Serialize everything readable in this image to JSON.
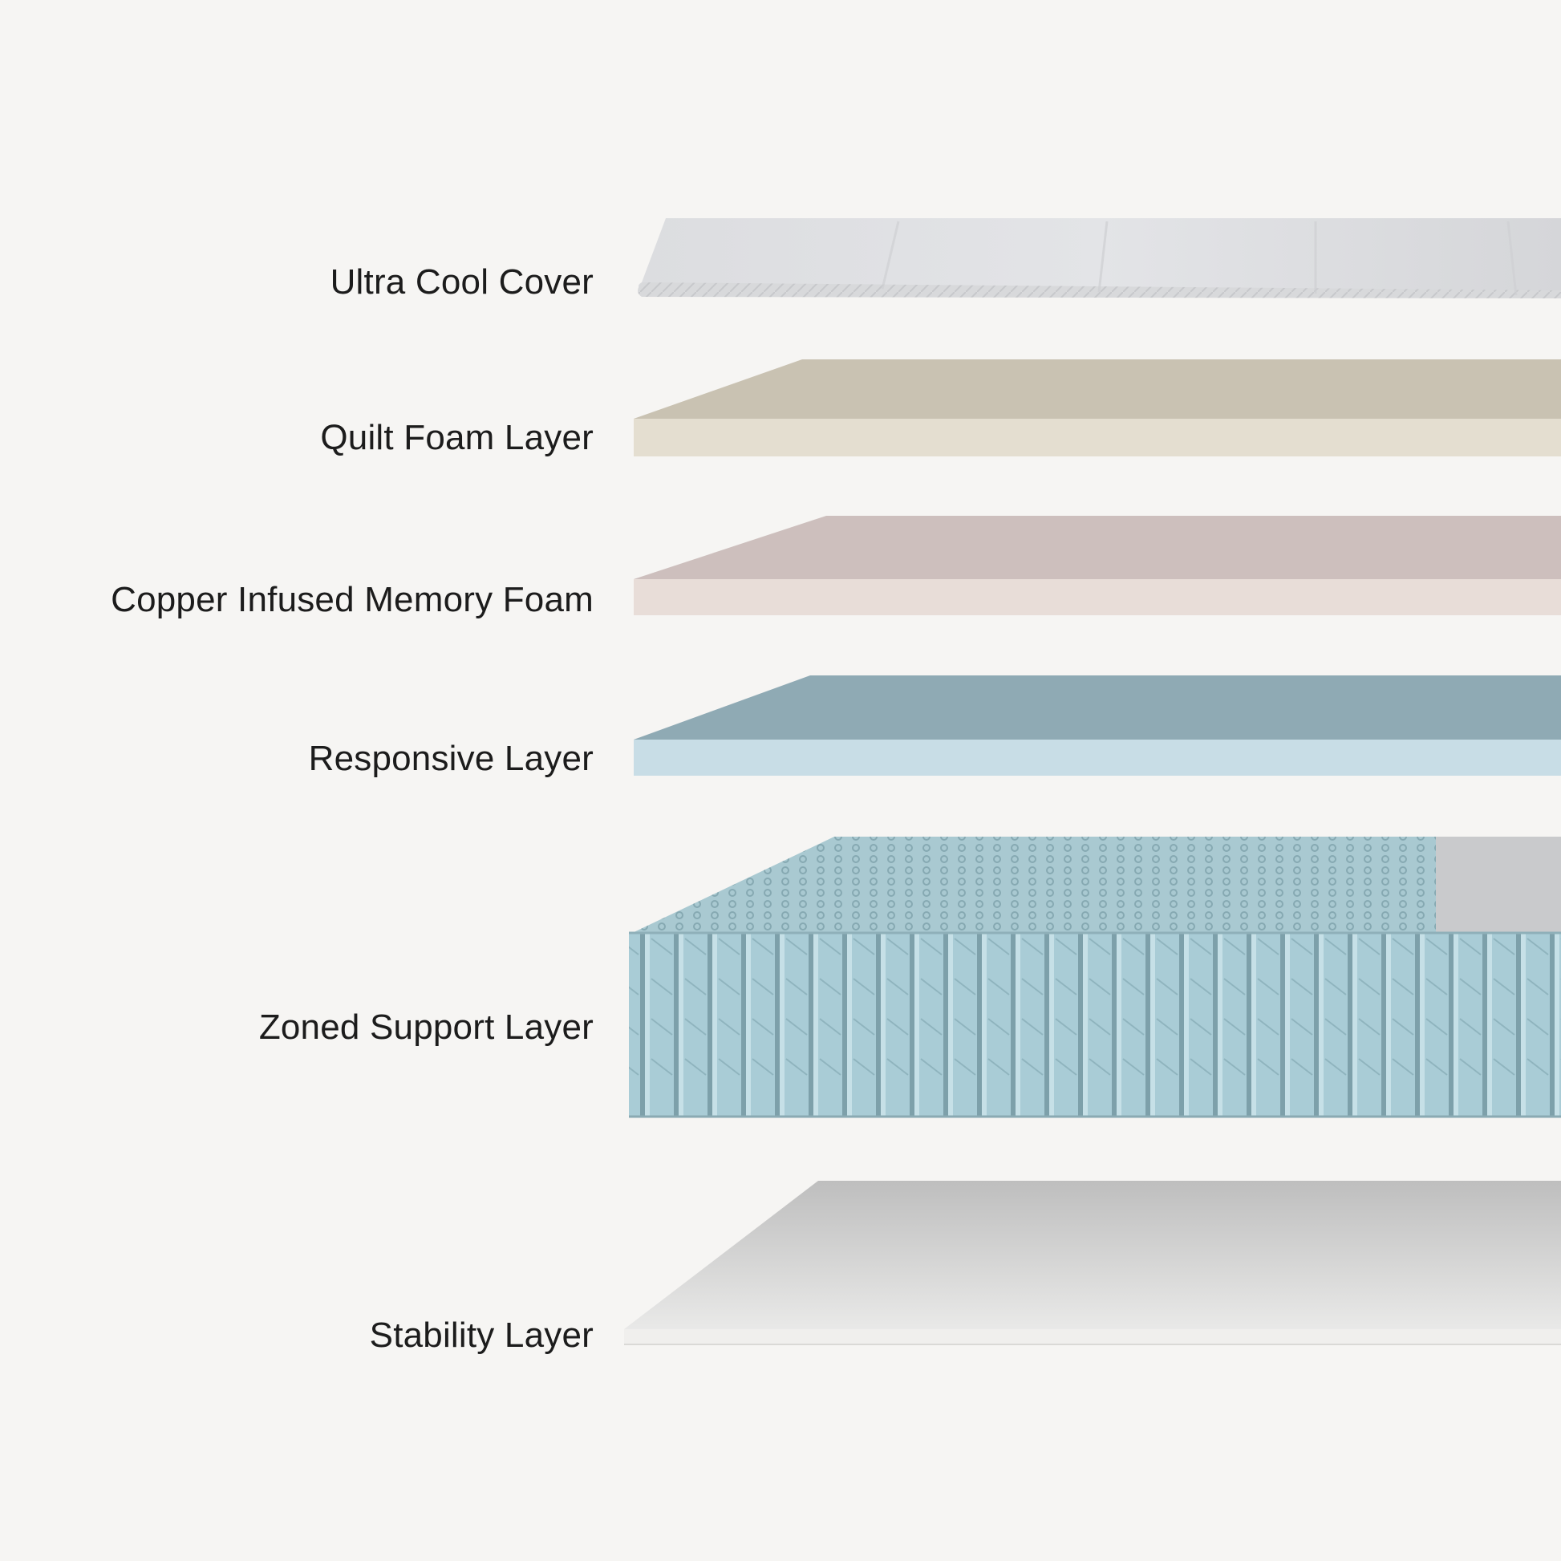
{
  "layers": [
    {
      "label": "Ultra Cool Cover",
      "color": "#d9dadc"
    },
    {
      "label": "Quilt Foam Layer",
      "color": "#e3ddcf"
    },
    {
      "label": "Copper Infused Memory Foam",
      "color": "#e7dcd8"
    },
    {
      "label": "Responsive Layer",
      "color": "#c9dde6"
    },
    {
      "label": "Zoned Support Layer",
      "color": "#a9cdd6"
    },
    {
      "label": "Stability Layer",
      "color": "#cfcfcf"
    }
  ]
}
